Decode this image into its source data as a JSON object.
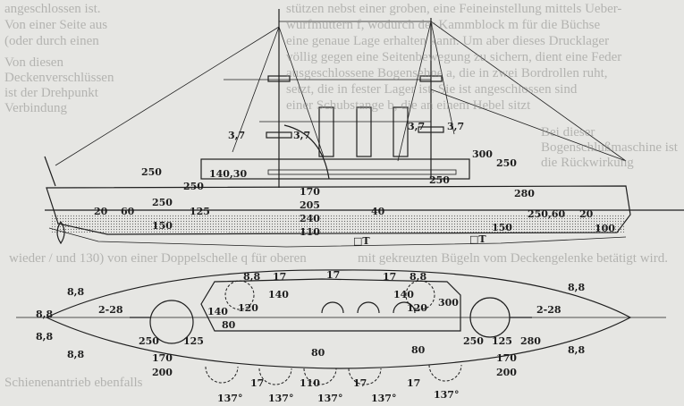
{
  "background_text": {
    "top_lines": [
      "stützen nebst einer groben, eine Feineinstellung mittels Ueber-",
      "wurfmuttern f, wodurch der Kammblock m für die Büchse",
      "eine genaue Lage erhalten kann. Um aber dieses Drucklager",
      "völlig gegen eine Seitenbewegung zu sichern, dient eine Feder",
      "ausgeschlossene Bogensehne a, die in zwei Bordrollen ruht,",
      "setzt, die in fester Lager ist. Sie ist angeschlossen sind",
      "einer Schubstange b, die an einem Hebel sitzt"
    ],
    "middle_line": "wieder / und 130) von einer Doppelschelle q für oberen",
    "lower_lines": [
      "mit gekreuzten Bügeln vom Deckengelenke betätigt wird.",
      "Von diesen Deckenverschlüssen ist der Drehpunkt Verbindung",
      "Schienenantrieb ebenfalls",
      "Bei dieser Bogenschlußmaschine ist die Rückwirkung"
    ],
    "right_lines": [
      "angeschlossen ist.",
      "Von einer Seite aus",
      "(oder durch einen"
    ]
  },
  "labels": {
    "l3_7": "3,7",
    "l140_30": "140,30",
    "l250": "250",
    "l280": "280",
    "l300": "300",
    "l170": "170",
    "l205": "205",
    "l240": "240",
    "l110": "110",
    "l125": "125",
    "l40": "40",
    "l150": "150",
    "l100": "100",
    "l20": "20",
    "l60": "60",
    "l250_60": "250,60",
    "l8_8": "8,8",
    "l2_28": "2-28",
    "l140": "140",
    "l120": "120",
    "l80": "80",
    "l17": "17",
    "l137": "137°",
    "l200": "200",
    "lT": "□T"
  }
}
